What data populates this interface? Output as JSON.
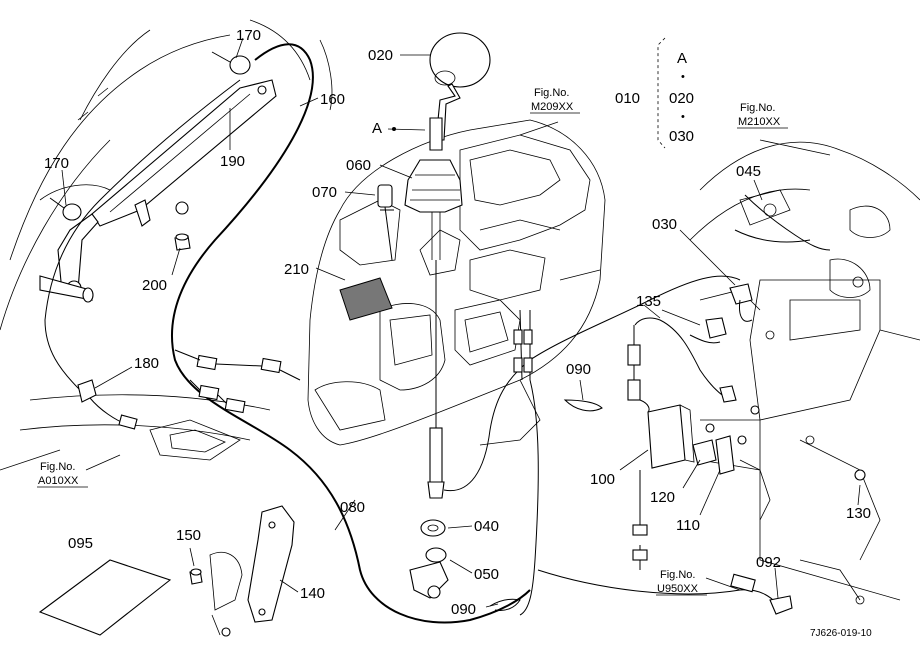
{
  "callouts": {
    "p170a": "170",
    "p160": "160",
    "p190": "190",
    "p170b": "170",
    "p200": "200",
    "p180": "180",
    "p020": "020",
    "p060": "060",
    "p070": "070",
    "p210": "210",
    "p080": "080",
    "p040": "040",
    "p050": "050",
    "p090a": "090",
    "p090b": "090",
    "p010": "010",
    "p045": "045",
    "p030": "030",
    "p135": "135",
    "p100": "100",
    "p120": "120",
    "p110": "110",
    "p130": "130",
    "p092": "092",
    "p095": "095",
    "p150": "150",
    "p140": "140"
  },
  "refA": "A",
  "legend": {
    "a": "A",
    "dot1": "•",
    "c020": "020",
    "dot2": "•",
    "c030": "030"
  },
  "figrefs": {
    "m209_label": "Fig.No.",
    "m209_code": "M209XX",
    "m210_label": "Fig.No.",
    "m210_code": "M210XX",
    "a010_label": "Fig.No.",
    "a010_code": "A010XX",
    "u950_label": "Fig.No.",
    "u950_code": "U950XX"
  },
  "drawing_id": "7J626-019-10"
}
